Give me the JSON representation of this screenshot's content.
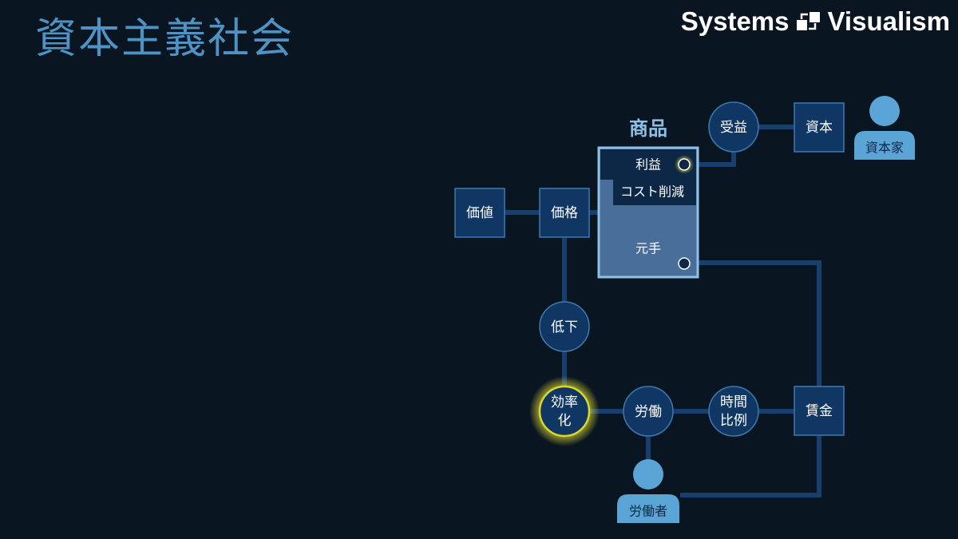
{
  "title": "資本主義社会",
  "brand": {
    "word1": "Systems",
    "word2": "Visualism"
  },
  "colors": {
    "background": "#0a1522",
    "title": "#4f93c4",
    "line": "#173f6e",
    "node_fill": "#103763",
    "node_stroke": "#3f79ad",
    "person": "#5aa4d6",
    "product_fill": "#496e99",
    "product_stroke": "#8fc1e6",
    "highlight": "#d9d62c"
  },
  "product": {
    "title": "商品",
    "profit": "利益",
    "cost_reduction": "コスト削減",
    "principal": "元手"
  },
  "nodes": {
    "value": "価値",
    "price": "価格",
    "capital": "資本",
    "wage": "賃金",
    "benefit": "受益",
    "decline": "低下",
    "efficiency": [
      "効率",
      "化"
    ],
    "labor": "労働",
    "time_prop": [
      "時間",
      "比例"
    ]
  },
  "people": {
    "capitalist": "資本家",
    "worker": "労働者"
  }
}
